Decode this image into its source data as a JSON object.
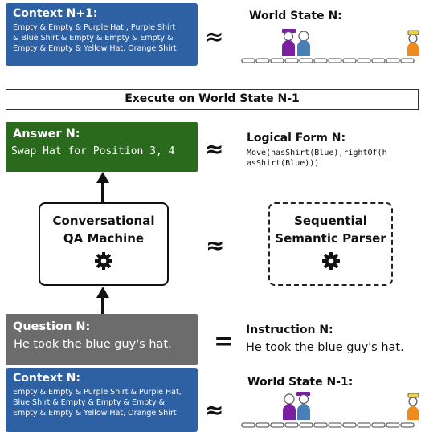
{
  "context_next": {
    "title": "Context N+1:",
    "line1": "Empty & Empty & Purple Hat , Purple Shirt",
    "line2": "& Blue Shirt & Empty & Empty & Empty &",
    "line3": "Empty & Empty & Yellow Hat, Orange Shirt"
  },
  "world_state_next": {
    "title": "World State N:"
  },
  "execute_label": "Execute on World State N-1",
  "answer": {
    "title": "Answer N:",
    "text": "Swap Hat for Position 3, 4"
  },
  "logical_form": {
    "title": "Logical Form N:",
    "line1": "Move(hasShirt(Blue),rightOf(h",
    "line2": "asShirt(Blue)))"
  },
  "machine": {
    "line1": "Conversational",
    "line2": "QA Machine"
  },
  "parser": {
    "line1": "Sequential",
    "line2": "Semantic Parser"
  },
  "question": {
    "title": "Question N:",
    "text": "He took the blue guy's hat."
  },
  "instruction": {
    "title": "Instruction N:",
    "text": "He took the blue guy's hat."
  },
  "context_current": {
    "title": "Context N:",
    "line1": "Empty & Empty & Purple Shirt & Purple Hat,",
    "line2": "Blue Shirt & Empty & Empty & Empty &",
    "line3": "Empty & Empty & Yellow Hat, Orange Shirt"
  },
  "world_state_prev": {
    "title": "World State N-1:"
  },
  "symbols": {
    "approx": "≈",
    "equals": "="
  },
  "colors": {
    "blue_box": "#2d61a4",
    "green_box": "#2a6a1d",
    "gray_box": "#6c6c6c",
    "purple": "#7b1fa2",
    "blue_person": "#4a7fb5",
    "orange": "#f08a1c",
    "yellow_hat": "#f3d23c"
  }
}
